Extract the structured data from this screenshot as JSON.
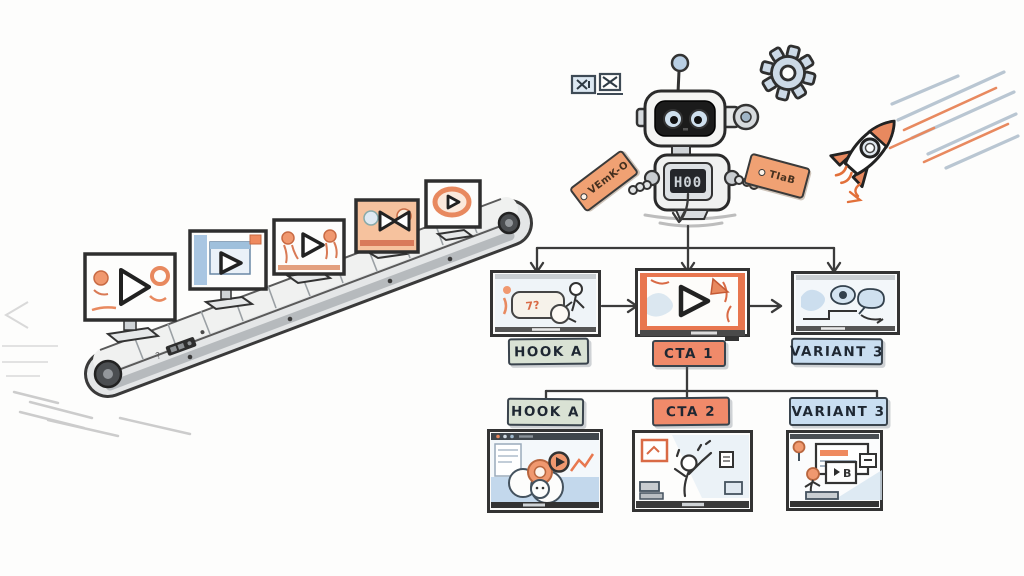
{
  "scene": {
    "style": "hand-drawn sketch illustration",
    "background": "#fdfdfc",
    "palette": {
      "ink": "#333333",
      "orange": "#e8895f",
      "orange_deep": "#d96a45",
      "salmon_label": "#f08a6a",
      "green_label": "#d9e2d4",
      "blue_label": "#c9def1",
      "sky_blue": "#c3d8ec",
      "metal_gray": "#dfe2e4"
    }
  },
  "conveyor": {
    "icon": "conveyor-belt",
    "screens": [
      {
        "icon": "play-icon",
        "desc": "video-screen-1"
      },
      {
        "icon": "play-icon",
        "desc": "video-screen-2"
      },
      {
        "icon": "play-icon",
        "desc": "video-screen-3"
      },
      {
        "icon": "play-icon",
        "desc": "video-screen-4"
      },
      {
        "icon": "play-icon",
        "desc": "video-screen-5"
      }
    ]
  },
  "robot": {
    "icon": "robot-icon",
    "chest_display": "H00",
    "tag_left": "VEmK-O",
    "tag_right": "TIaB",
    "badge_icon": "ab-variant-icon"
  },
  "decor": {
    "gear_icon": "gear-icon",
    "rocket_icon": "rocket-icon"
  },
  "flowchart": {
    "row1": {
      "items": [
        {
          "label": "HOOK A",
          "color": "#d9e2d4"
        },
        {
          "label": "CTA 1",
          "color": "#f08a6a"
        },
        {
          "label": "VARIANT 3",
          "color": "#c9def1"
        }
      ]
    },
    "row2": {
      "items": [
        {
          "label": "HOOK A",
          "color": "#d9e2d4"
        },
        {
          "label": "CTA 2",
          "color": "#f08a6a"
        },
        {
          "label": "VARIANT 3",
          "color": "#c9def1"
        }
      ]
    }
  }
}
